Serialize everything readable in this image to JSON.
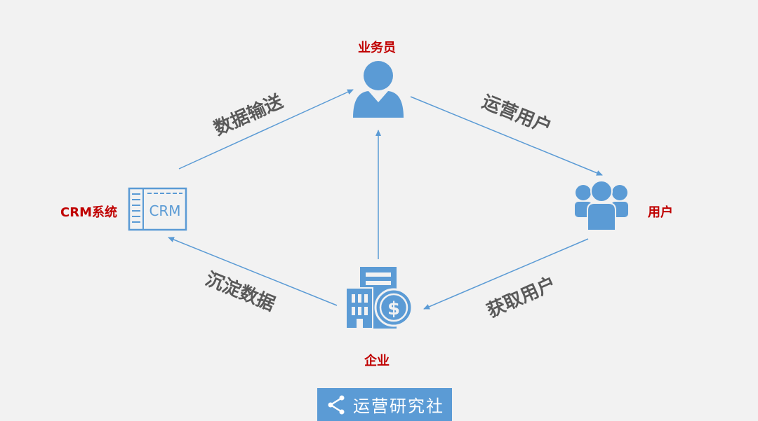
{
  "nodes": {
    "salesperson": {
      "label": "业务员",
      "icon": "person-icon"
    },
    "users": {
      "label": "用户",
      "icon": "users-group-icon"
    },
    "enterprise": {
      "label": "企业",
      "icon": "building-dollar-icon"
    },
    "crm": {
      "label": "CRM系统",
      "icon": "crm-window-icon",
      "icon_text": "CRM"
    }
  },
  "edges": {
    "data_transfer": "数据输送",
    "operate_users": "运营用户",
    "acquire_users": "获取用户",
    "accumulate_data": "沉淀数据"
  },
  "watermark": {
    "text": "运营研究社",
    "icon": "share-icon"
  },
  "colors": {
    "background": "#f2f2f2",
    "accent": "#5b9bd5",
    "node_label": "#c00000",
    "edge_label": "#595959"
  }
}
